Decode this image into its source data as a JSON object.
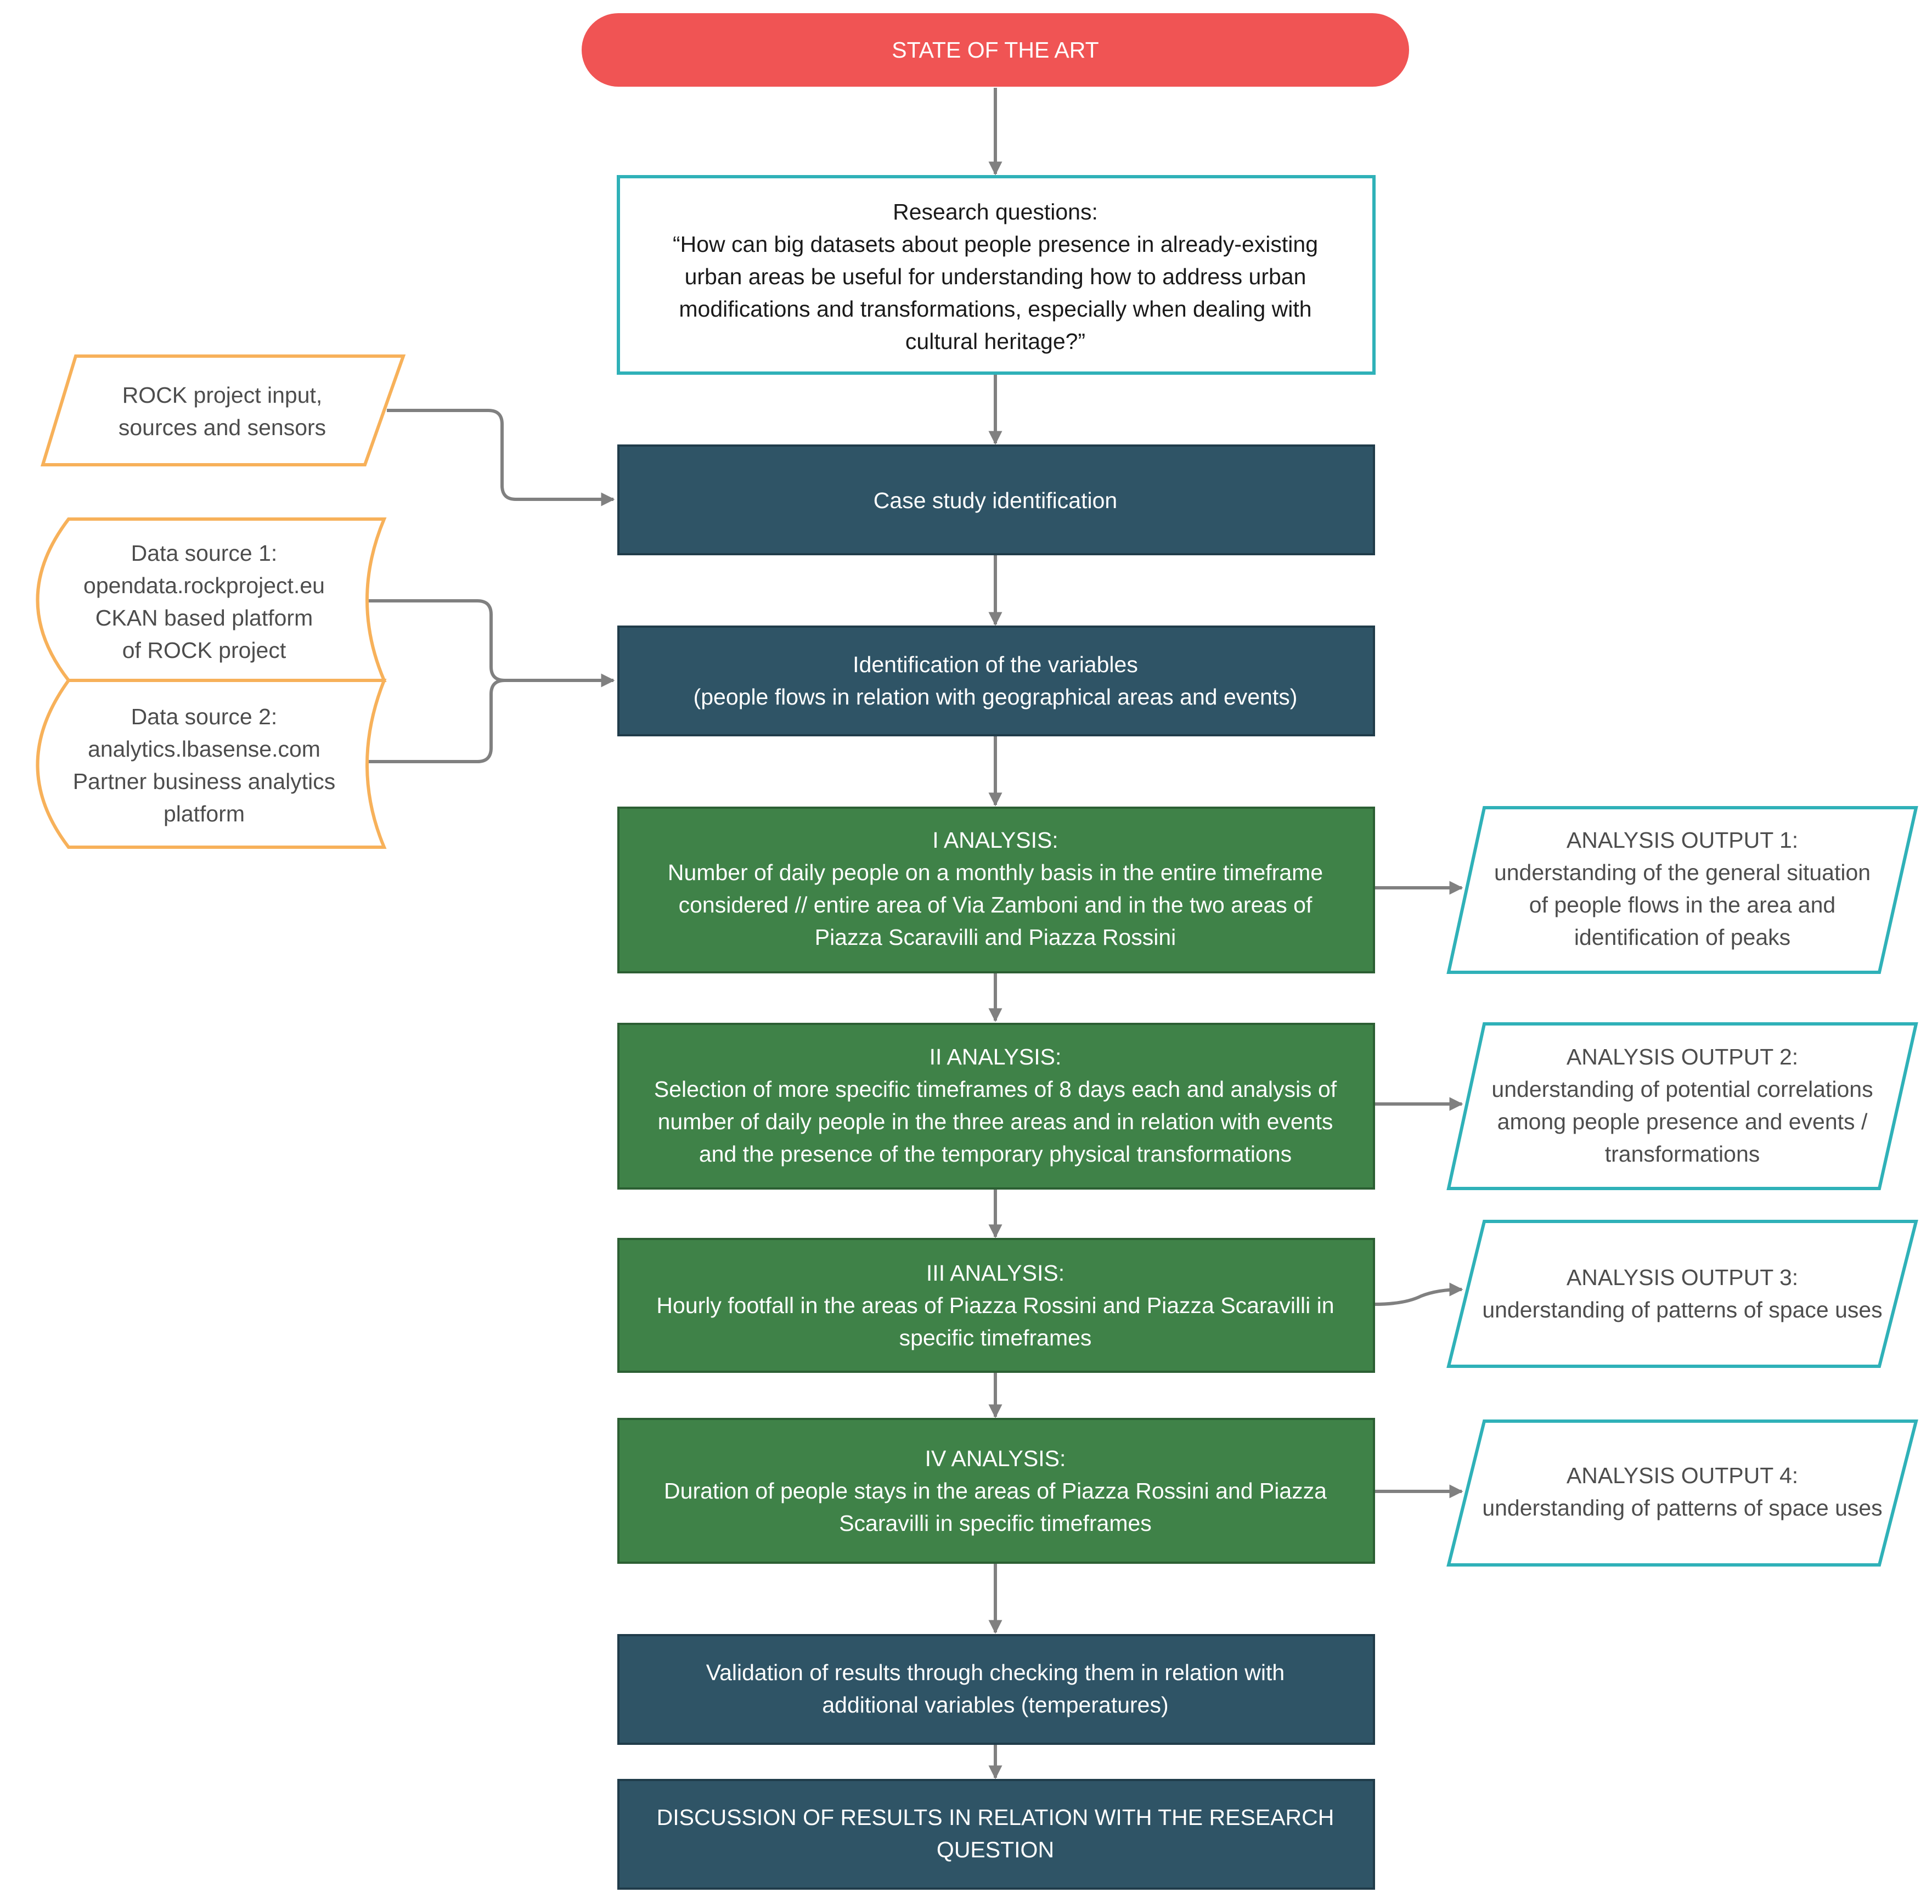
{
  "colors": {
    "start": "#f05454",
    "teal_border": "#2fb1b8",
    "navy": "#2f5466",
    "green": "#3f8248",
    "source_border": "#f7b15a",
    "arrow": "#808080"
  },
  "nodes": {
    "state_of_art": "STATE OF THE ART",
    "research": {
      "lines": [
        "Research questions:",
        "“How can big datasets about people presence in already-existing",
        "urban areas be useful for understanding how to address urban",
        "modifications and transformations, especially when dealing with",
        "cultural heritage?”"
      ]
    },
    "rock_input": {
      "lines": [
        "ROCK project input,",
        "sources and sensors"
      ]
    },
    "case_study": {
      "lines": [
        "Case study identification"
      ]
    },
    "source1": {
      "lines": [
        "Data source 1:",
        "opendata.rockproject.eu",
        "CKAN based platform",
        "of ROCK project"
      ]
    },
    "source2": {
      "lines": [
        "Data source 2:",
        "analytics.lbasense.com",
        "Partner business analytics",
        "platform"
      ]
    },
    "variables": {
      "lines": [
        "Identification of the variables",
        "(people flows in relation with geographical areas and events)"
      ]
    },
    "analysis1": {
      "lines": [
        "I ANALYSIS:",
        "Number of daily people on a monthly basis in the entire timeframe",
        "considered //  entire area of Via Zamboni and in the two areas of",
        "Piazza Scaravilli and Piazza Rossini"
      ]
    },
    "analysis2": {
      "lines": [
        "II ANALYSIS:",
        "Selection of more specific timeframes of 8 days each and analysis of",
        "number of daily people in the three areas and in relation with events",
        "and the presence of the temporary physical transformations"
      ]
    },
    "analysis3": {
      "lines": [
        "III ANALYSIS:",
        "Hourly footfall in the areas of Piazza Rossini and Piazza Scaravilli in",
        "specific timeframes"
      ]
    },
    "analysis4": {
      "lines": [
        "IV ANALYSIS:",
        "Duration of people stays in the areas of Piazza Rossini and Piazza",
        "Scaravilli in specific timeframes"
      ]
    },
    "output1": {
      "lines": [
        "ANALYSIS OUTPUT 1:",
        "understanding of the general situation",
        "of people flows in the area and",
        "identification of peaks"
      ]
    },
    "output2": {
      "lines": [
        "ANALYSIS OUTPUT 2:",
        "understanding of potential correlations",
        "among people presence and events /",
        "transformations"
      ]
    },
    "output3": {
      "lines": [
        "ANALYSIS OUTPUT 3:",
        "understanding of patterns of space uses"
      ]
    },
    "output4": {
      "lines": [
        "ANALYSIS OUTPUT 4:",
        "understanding of patterns of space uses"
      ]
    },
    "validation": {
      "lines": [
        "Validation of results through checking them in relation with",
        "additional variables (temperatures)"
      ]
    },
    "discussion": {
      "lines": [
        "DISCUSSION OF RESULTS IN RELATION WITH THE RESEARCH",
        "QUESTION"
      ]
    }
  }
}
